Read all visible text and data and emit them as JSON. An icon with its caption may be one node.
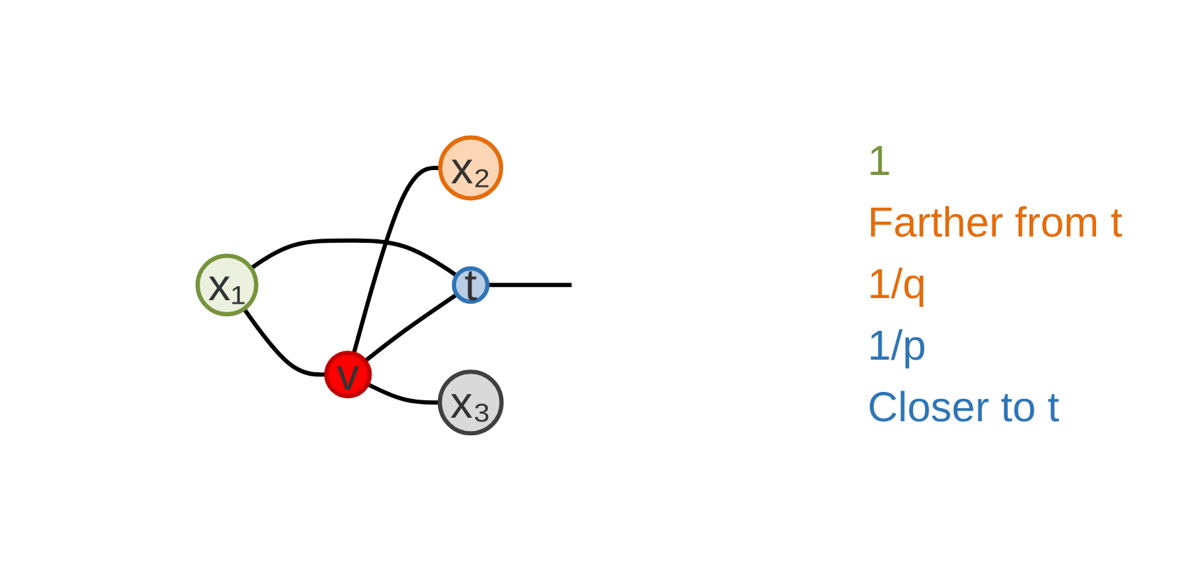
{
  "diagram": {
    "nodes": [
      {
        "text": [
          "x₁"
        ]
      },
      {
        "text": [
          "x₂"
        ]
      },
      {
        "text": [
          "v"
        ]
      },
      {
        "text": [
          "t"
        ]
      },
      {
        "text": [
          "x₃"
        ]
      }
    ],
    "edges": [
      {
        "from": 0,
        "to": 2,
        "arrow": "none"
      },
      {
        "from": 0,
        "to": 3,
        "arrow": "none"
      },
      {
        "from": 2,
        "to": 1,
        "arrow": "none"
      },
      {
        "from": 2,
        "to": 3,
        "arrow": "none"
      },
      {
        "from": 2,
        "to": 4,
        "arrow": "none"
      },
      {
        "from": 3,
        "to": null,
        "arrow": "none"
      }
    ],
    "labels": [
      "1",
      "Farther from t",
      "1/q",
      "1/p",
      "Closer to t"
    ]
  }
}
